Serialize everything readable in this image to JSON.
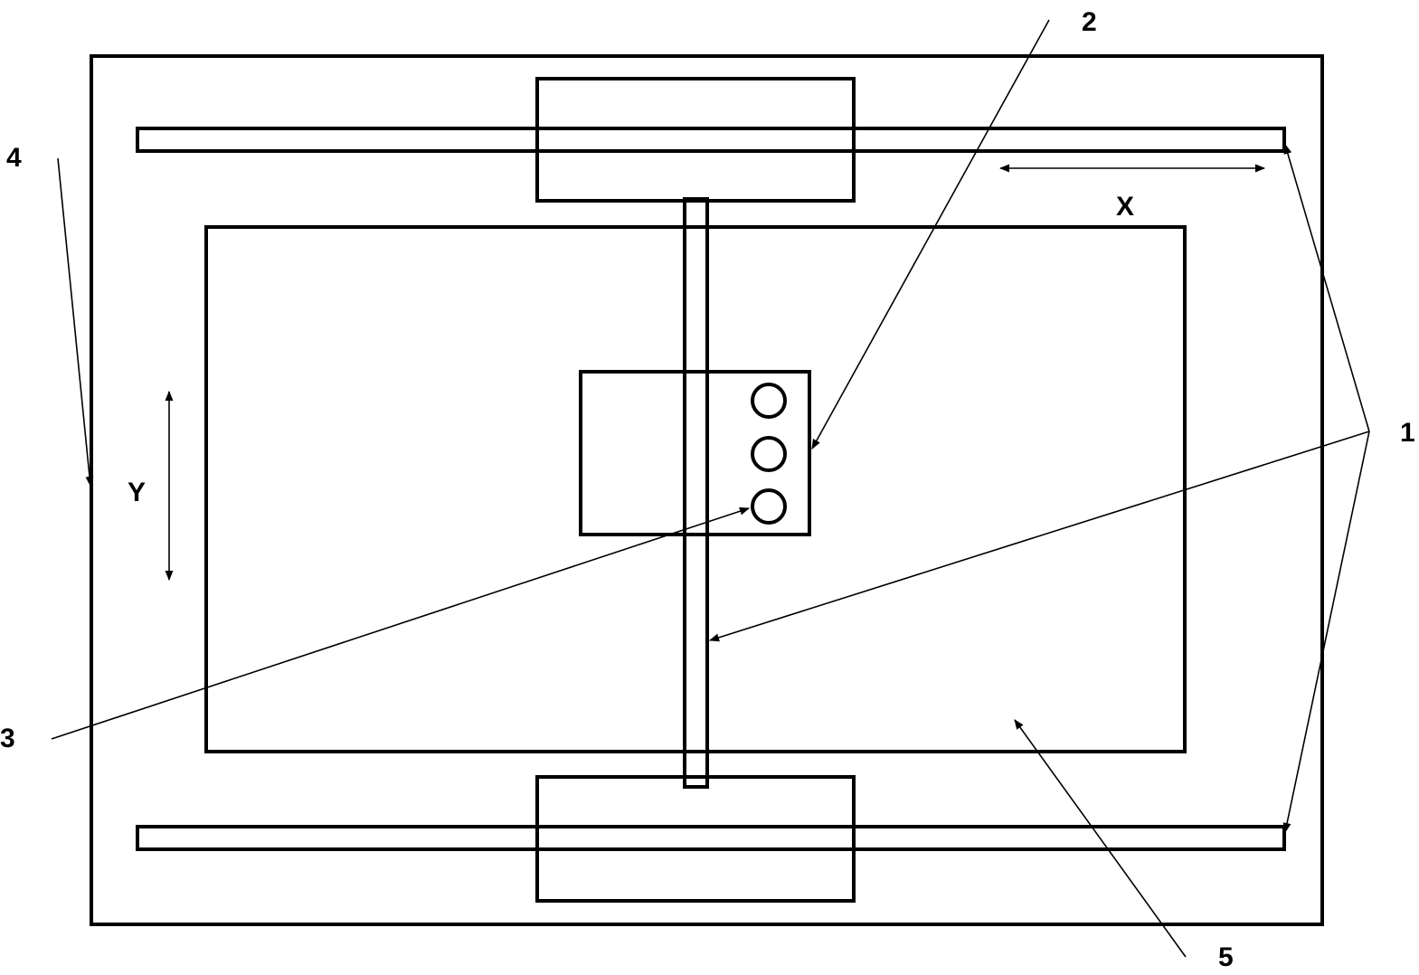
{
  "labels": {
    "callout_1": "1",
    "callout_2": "2",
    "callout_3": "3",
    "callout_4": "4",
    "callout_5": "5",
    "axis_x": "X",
    "axis_y": "Y"
  },
  "colors": {
    "stroke": "#000000",
    "background": "#ffffff"
  }
}
